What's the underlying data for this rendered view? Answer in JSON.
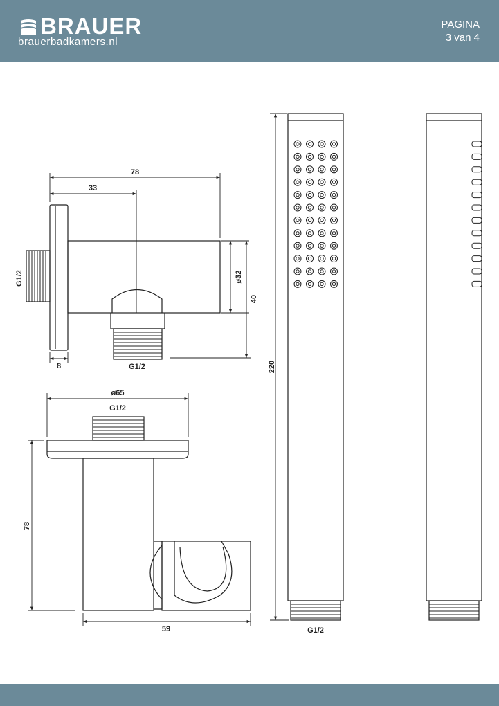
{
  "header": {
    "brand": "BRAUER",
    "url": "brauerbadkamers.nl",
    "page_label": "PAGINA",
    "page_number": "3 van 4"
  },
  "colors": {
    "band": "#6b8a99",
    "line": "#222222"
  },
  "icons": {
    "logo": "brauer-logo-icon"
  },
  "drawing": {
    "outlet": {
      "dim_78": "78",
      "dim_33": "33",
      "dim_32": "ø32",
      "dim_40": "40",
      "dim_8": "8",
      "thread_left": "G1/2",
      "thread_bottom": "G1/2"
    },
    "holder": {
      "dim_65": "ø65",
      "thread_top": "G1/2",
      "dim_78": "78",
      "dim_59": "59"
    },
    "handshower": {
      "dim_220": "220",
      "thread": "G1/2"
    }
  }
}
